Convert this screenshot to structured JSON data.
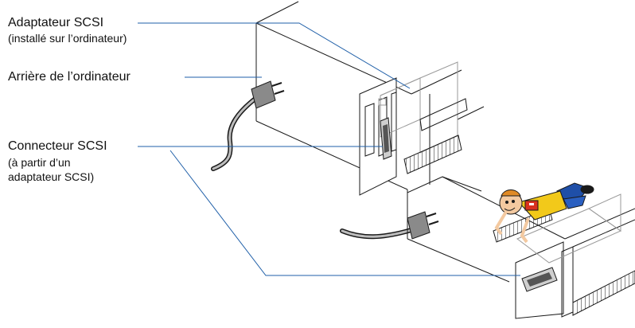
{
  "labels": {
    "scsi_adapter": {
      "title": "Adaptateur SCSI",
      "note": "(installé sur l’ordinateur)"
    },
    "computer_back": {
      "title": "Arrière de l’ordinateur"
    },
    "scsi_connector": {
      "title": "Connecteur SCSI",
      "note_line1": "(à partir d’un",
      "note_line2": "adaptateur SCSI)"
    }
  },
  "colors": {
    "callout_line": "#1f5fa8",
    "drawing": "#1a1a1a",
    "light_drawing": "#9a9a9a"
  },
  "icons": {
    "mascot": "flying-person-icon",
    "power_plug": "power-plug-icon",
    "scsi_port": "scsi-port-icon"
  }
}
